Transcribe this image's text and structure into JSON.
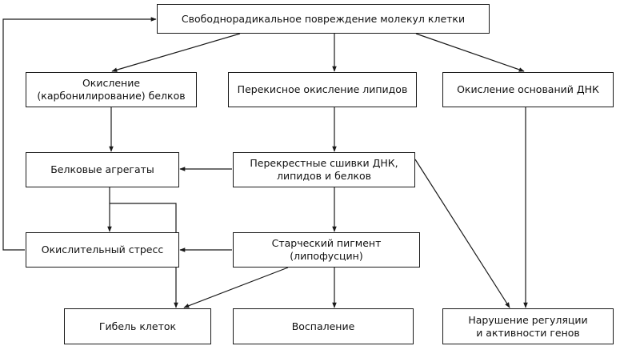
{
  "nodes": {
    "root": "Свободнорадикальное повреждение молекул клетки",
    "protein_oxidation": "Окисление\n(карбонилирование) белков",
    "lipid_peroxidation": "Перекисное окисление липидов",
    "dna_base_oxidation": "Окисление оснований ДНК",
    "protein_aggregates": "Белковые агрегаты",
    "crosslinks": "Перекрестные сшивки ДНК,\nлипидов и белков",
    "oxidative_stress": "Окислительный стресс",
    "lipofuscin": "Старческий пигмент (липофусцин)",
    "cell_death": "Гибель клеток",
    "inflammation": "Воспаление",
    "gene_dysregulation": "Нарушение регуляции\nи активности генов"
  },
  "style": {
    "line_color": "#1a1a1a",
    "box_border": "#1a1a1a",
    "background": "#ffffff"
  }
}
